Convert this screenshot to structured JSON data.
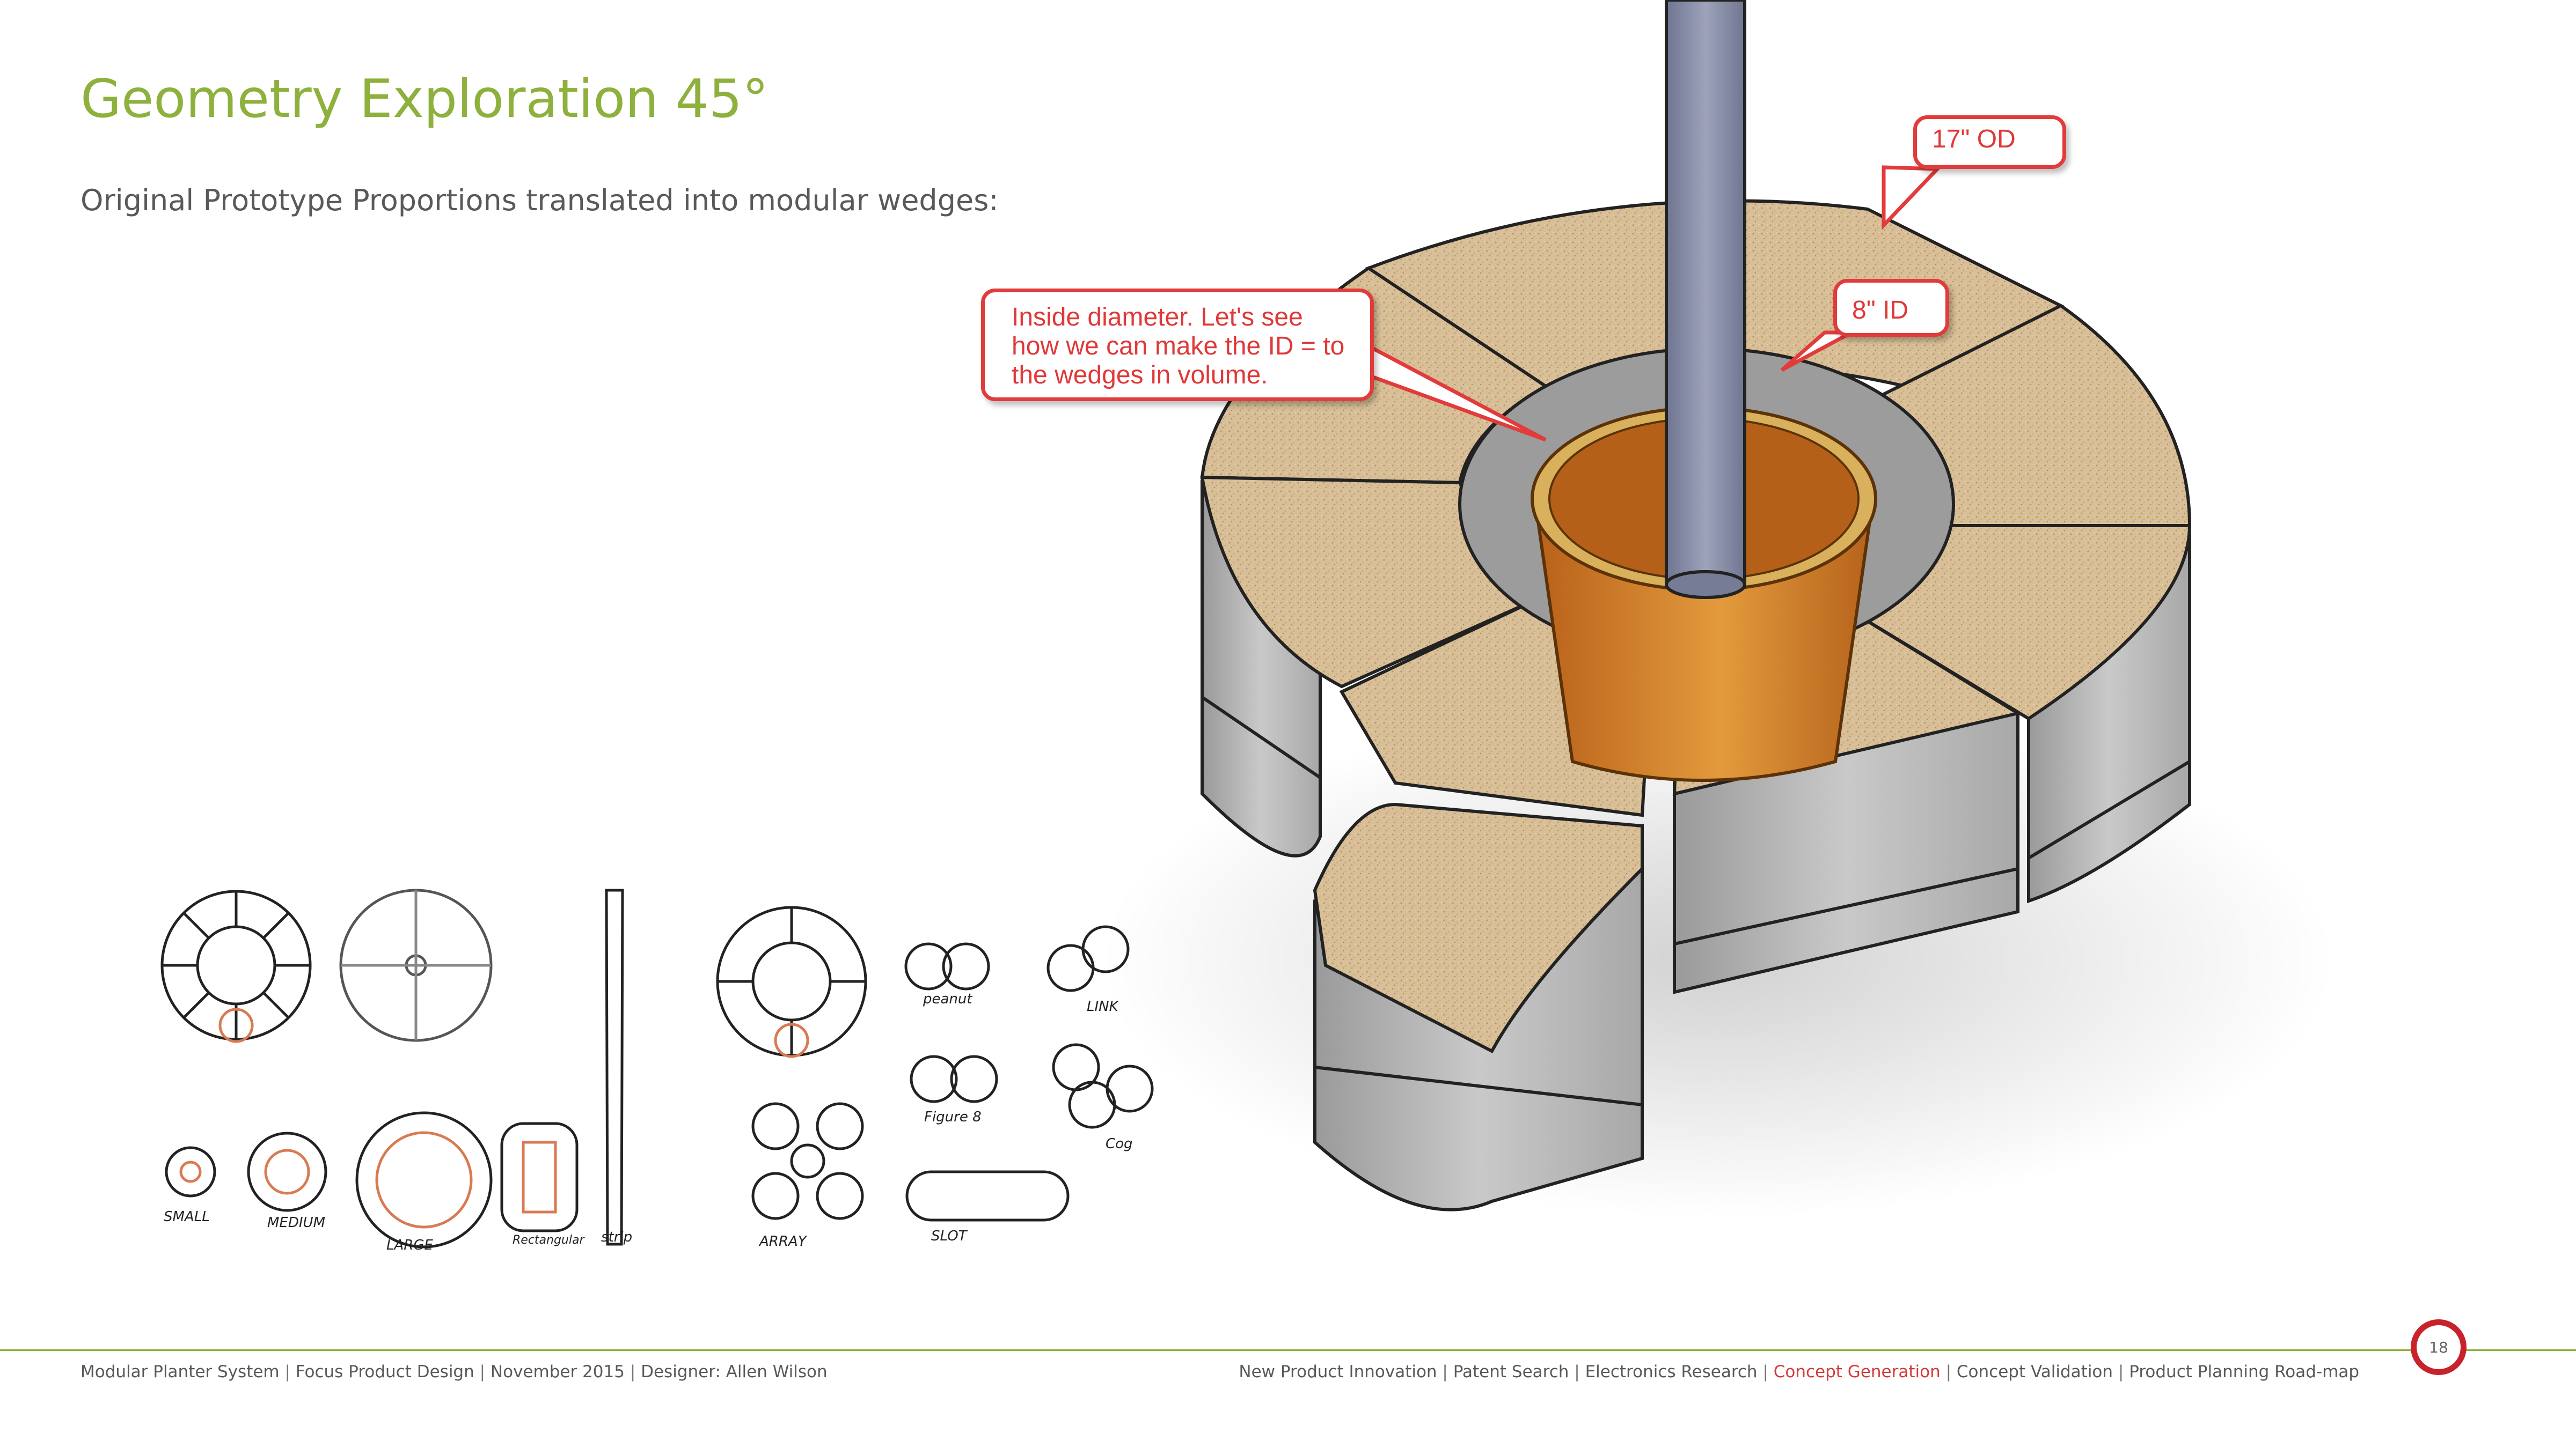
{
  "header": {
    "title": "Geometry Exploration 45°",
    "subtitle": "Original Prototype Proportions translated into modular wedges:"
  },
  "callouts": {
    "outer_diameter": "17\" OD",
    "inner_diameter": "8\" ID",
    "inside_note_line1": "Inside diameter. Let's see",
    "inside_note_line2": "how we can make the ID = to",
    "inside_note_line3": "the wedges in volume."
  },
  "sketch_labels": {
    "small": "SMALL",
    "medium": "MEDIUM",
    "large": "LARGE",
    "rectangular": "Rectangular",
    "strip": "strip",
    "array": "ARRAY",
    "peanut": "peanut",
    "link": "LINK",
    "figure8": "Figure 8",
    "cog": "Cog",
    "slot": "SLOT"
  },
  "footer": {
    "left": {
      "project": "Modular Planter System",
      "company": "Focus Product Design",
      "date": "November 2015",
      "designer": "Designer: Allen Wilson"
    },
    "nav": {
      "item1": "New Product Innovation",
      "item2": "Patent Search",
      "item3": "Electronics Research",
      "item4": "Concept Generation",
      "item5": "Concept Validation",
      "item6": "Product Planning Road-map"
    },
    "page_number": "18"
  },
  "colors": {
    "accent_green": "#8db13c",
    "callout_red": "#e23b3b",
    "active_nav": "#d23b3b",
    "badge_red": "#c8222b"
  }
}
